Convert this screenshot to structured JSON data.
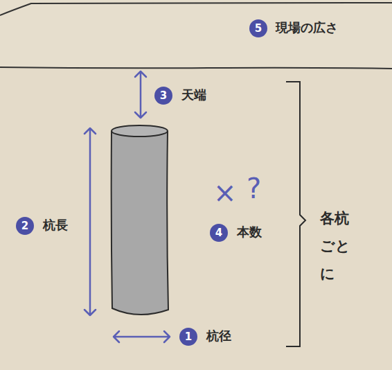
{
  "diagram": {
    "labels": [
      "5",
      "現場の広さ",
      "3",
      "天端",
      "2",
      "杭長",
      "×",
      "?",
      "4",
      "本数",
      "各杭 ごとに",
      "1",
      "杭径"
    ]
  }
}
